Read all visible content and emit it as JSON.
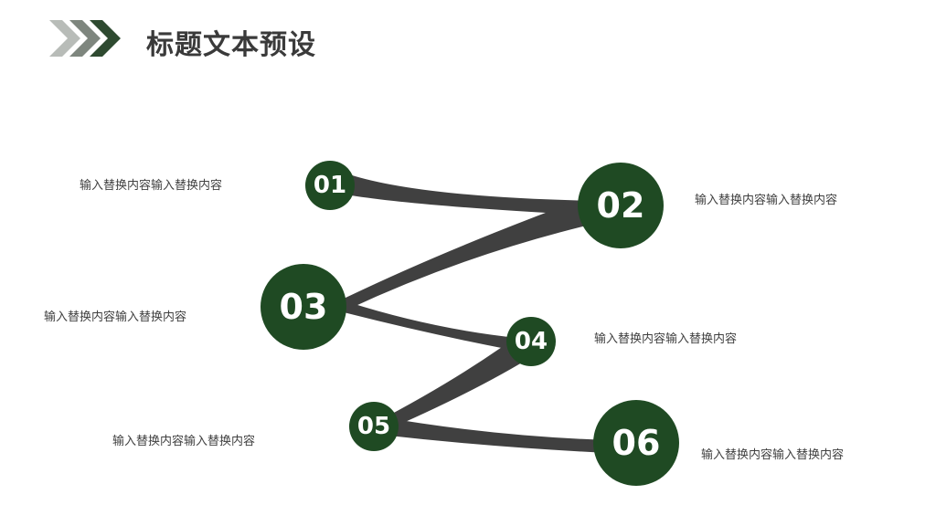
{
  "header": {
    "title": "标题文本预设",
    "icon": "chevron-arrows-icon",
    "chevron_colors": [
      "#b8bcb8",
      "#7e867e",
      "#2e4a30"
    ]
  },
  "colors": {
    "node_fill": "#1f4a23",
    "connector_fill": "#404040",
    "node_text": "#ffffff",
    "caption_text": "#404040"
  },
  "steps": [
    {
      "number": "01",
      "text": "输入替换内容输入替换内容"
    },
    {
      "number": "02",
      "text": "输入替换内容输入替换内容"
    },
    {
      "number": "03",
      "text": "输入替换内容输入替换内容"
    },
    {
      "number": "04",
      "text": "输入替换内容输入替换内容"
    },
    {
      "number": "05",
      "text": "输入替换内容输入替换内容"
    },
    {
      "number": "06",
      "text": "输入替换内容输入替换内容"
    }
  ]
}
